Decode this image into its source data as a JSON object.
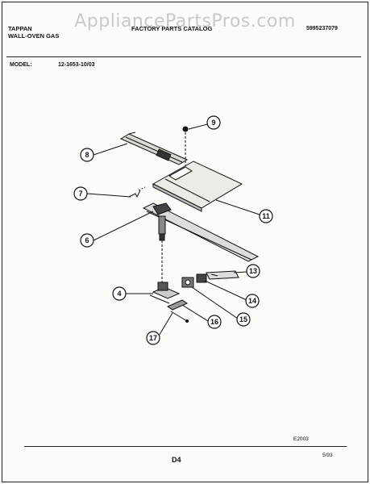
{
  "watermark": "AppliancePartsPros.com",
  "header": {
    "brand": "TAPPAN",
    "product": "WALL-OVEN GAS",
    "catalog": "FACTORY PARTS CATALOG",
    "doc_number": "5995237079"
  },
  "model": {
    "label": "MODEL:",
    "number": "12-1653-10/03"
  },
  "callouts": [
    {
      "id": "callout-9",
      "label": "9"
    },
    {
      "id": "callout-8",
      "label": "8"
    },
    {
      "id": "callout-7",
      "label": "7"
    },
    {
      "id": "callout-11",
      "label": "11"
    },
    {
      "id": "callout-6",
      "label": "6"
    },
    {
      "id": "callout-13",
      "label": "13"
    },
    {
      "id": "callout-4",
      "label": "4"
    },
    {
      "id": "callout-14",
      "label": "14"
    },
    {
      "id": "callout-16",
      "label": "16"
    },
    {
      "id": "callout-15",
      "label": "15"
    },
    {
      "id": "callout-17",
      "label": "17"
    }
  ],
  "footer": {
    "code": "E2003",
    "page": "D4",
    "date": "5/93"
  }
}
